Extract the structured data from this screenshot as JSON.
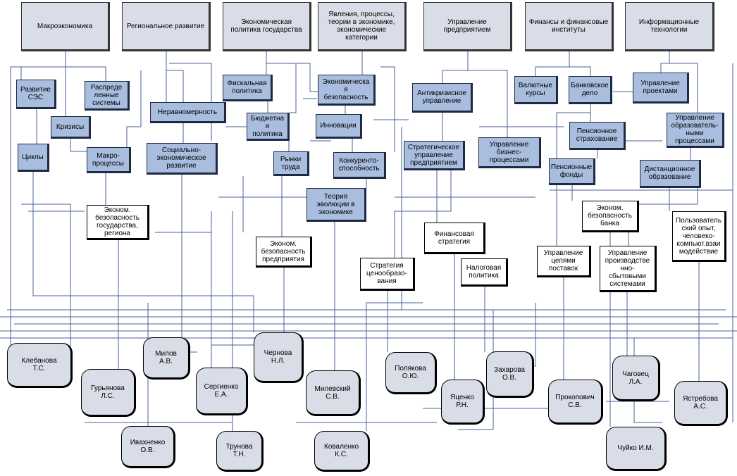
{
  "colors": {
    "connector": "#4a5f9e",
    "category_fill": "#d9dde8",
    "topic_fill": "#a9bddf",
    "person_fill": "#d9dde8"
  },
  "categories": [
    {
      "id": "c_macro",
      "label": "Макроэкономика"
    },
    {
      "id": "c_region",
      "label": "Региональное развитие"
    },
    {
      "id": "c_policy",
      "label": "Экономическая\nполитика государства"
    },
    {
      "id": "c_phen",
      "label": "Явления, процессы,\nтеории в экономике,\nэкономические\nкатегории"
    },
    {
      "id": "c_mgmt",
      "label": "Управление\nпредприятием"
    },
    {
      "id": "c_fin",
      "label": "Финансы и финансовые\nинституты"
    },
    {
      "id": "c_it",
      "label": "Информационные\nтехнологии"
    }
  ],
  "topics": [
    {
      "id": "t_ses",
      "label": "Развитие\nСЭС"
    },
    {
      "id": "t_distr",
      "label": "Распреде\nленные\nсистемы"
    },
    {
      "id": "t_crisis",
      "label": "Кризисы"
    },
    {
      "id": "t_cycles",
      "label": "Циклы"
    },
    {
      "id": "t_uneven",
      "label": "Неравномерность"
    },
    {
      "id": "t_macroproc",
      "label": "Макро-\nпроцессы"
    },
    {
      "id": "t_socdev",
      "label": "Социально-\nэкономическое\nразвитие"
    },
    {
      "id": "t_fiscal",
      "label": "Фискальная\nполитика"
    },
    {
      "id": "t_budget",
      "label": "Бюджетна\nя\nполитика"
    },
    {
      "id": "t_labor",
      "label": "Рынки\nтруда"
    },
    {
      "id": "t_ecosec",
      "label": "Экономическа\nя\nбезопасность"
    },
    {
      "id": "t_innov",
      "label": "Инновации"
    },
    {
      "id": "t_compet",
      "label": "Конкуренто-\nспособность"
    },
    {
      "id": "t_evol",
      "label": "Теория\nэволюции в\nэкономике"
    },
    {
      "id": "t_anticrisis",
      "label": "Антикризисное\nуправление"
    },
    {
      "id": "t_strat",
      "label": "Стратегическое\nуправление\nпредприятием"
    },
    {
      "id": "t_currency",
      "label": "Валютные\nкурсы"
    },
    {
      "id": "t_bank",
      "label": "Банковское\nдело"
    },
    {
      "id": "t_pensins",
      "label": "Пенсионное\nстрахование"
    },
    {
      "id": "t_busproc",
      "label": "Управление\nбизнес-\nпроцессами"
    },
    {
      "id": "t_pensfund",
      "label": "Пенсионные\nфонды"
    },
    {
      "id": "t_projects",
      "label": "Управление\nпроектами"
    },
    {
      "id": "t_eduproc",
      "label": "Управление\nобразователь-\nными\nпроцессами"
    },
    {
      "id": "t_distedu",
      "label": "Дистанционное\nобразование"
    }
  ],
  "subtopics": [
    {
      "id": "s_secstate",
      "label": "Эконом.\nбезопасность\nгосударства,\nрегиона"
    },
    {
      "id": "s_secent",
      "label": "Эконом.\nбезопасность\nпредприятия"
    },
    {
      "id": "s_finstrat",
      "label": "Финансовая\nстратегия"
    },
    {
      "id": "s_pricing",
      "label": "Стратегия\nценообразо-\nвания"
    },
    {
      "id": "s_tax",
      "label": "Налоговая\nполитика"
    },
    {
      "id": "s_secbank",
      "label": "Эконом.\nбезопасность\nбанка"
    },
    {
      "id": "s_supply",
      "label": "Управление\nцепями\nпоставок"
    },
    {
      "id": "s_prodsales",
      "label": "Управление\nпроизводстве\nнно-\nсбытовыми\nсистемами"
    },
    {
      "id": "s_ux",
      "label": "Пользователь\nский опыт,\nчеловеко-\nкомпьют.взаи\nмодействие"
    }
  ],
  "people": [
    {
      "id": "p_kleb",
      "label": "Клебанова\nТ.С."
    },
    {
      "id": "p_milov",
      "label": "Милов\nА.В."
    },
    {
      "id": "p_chern",
      "label": "Чернова\nН.Л."
    },
    {
      "id": "p_gur",
      "label": "Гурьянова\nЛ.С."
    },
    {
      "id": "p_serg",
      "label": "Сергиенко\nЕ.А."
    },
    {
      "id": "p_milev",
      "label": "Милевский\nС.В."
    },
    {
      "id": "p_polyak",
      "label": "Полякова\nО.Ю."
    },
    {
      "id": "p_zakh",
      "label": "Захарова\nО.В."
    },
    {
      "id": "p_chag",
      "label": "Чаговец\nЛ.А."
    },
    {
      "id": "p_yats",
      "label": "Яценко\nР.Н."
    },
    {
      "id": "p_prok",
      "label": "Прокопович\nС.В."
    },
    {
      "id": "p_yastr",
      "label": "Ястребова\nА.С."
    },
    {
      "id": "p_ivakh",
      "label": "Ивахненко\nО.В."
    },
    {
      "id": "p_trun",
      "label": "Трунова\nТ.Н."
    },
    {
      "id": "p_koval",
      "label": "Коваленко\nК.С."
    },
    {
      "id": "p_chuyko",
      "label": "Чуйко И.М."
    }
  ]
}
